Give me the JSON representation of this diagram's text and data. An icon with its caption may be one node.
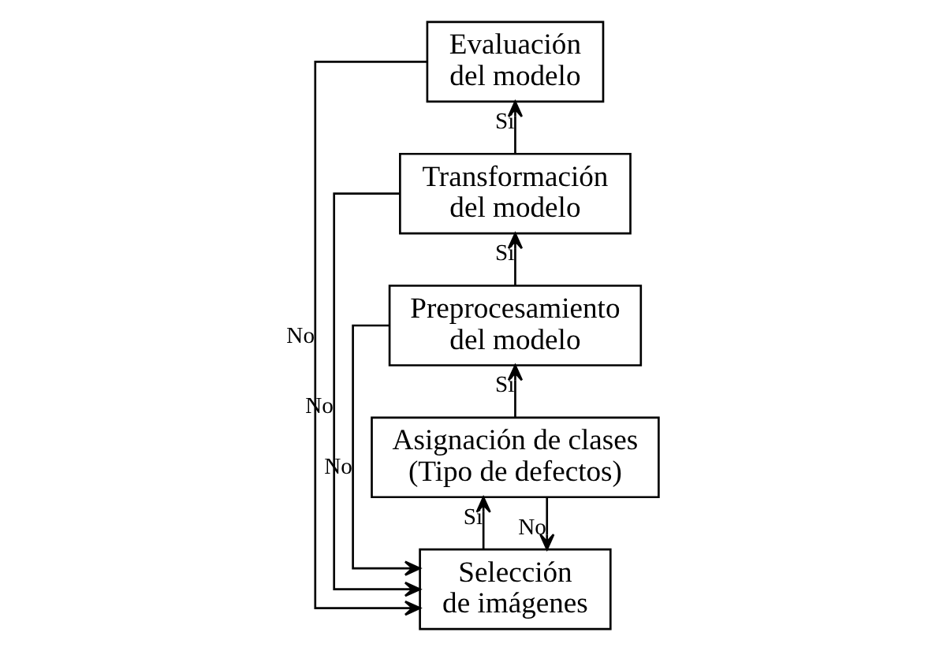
{
  "diagram": {
    "nodes": [
      {
        "text": [
          "Selección de imágenes"
        ]
      },
      {
        "text": [
          "Asignación de clases (Tipo de defectos)"
        ]
      },
      {
        "text": [
          "Preprocesamiento del modelo"
        ]
      },
      {
        "text": [
          "Transformación del modelo"
        ]
      },
      {
        "text": [
          "Evaluación del modelo"
        ]
      }
    ],
    "edges": [
      {
        "from": 0,
        "to": 1,
        "arrow": "to",
        "label": "Si"
      },
      {
        "from": 1,
        "to": 2,
        "arrow": "to",
        "label": "Si"
      },
      {
        "from": 2,
        "to": 3,
        "arrow": "to",
        "label": "Si"
      },
      {
        "from": 3,
        "to": 4,
        "arrow": "to",
        "label": "Si"
      },
      {
        "from": 1,
        "to": 0,
        "arrow": "to",
        "label": "No"
      },
      {
        "from": 2,
        "to": 0,
        "arrow": "to",
        "label": "No"
      },
      {
        "from": 3,
        "to": 0,
        "arrow": "to",
        "label": "No"
      },
      {
        "from": 4,
        "to": 0,
        "arrow": "to",
        "label": "No"
      }
    ]
  }
}
